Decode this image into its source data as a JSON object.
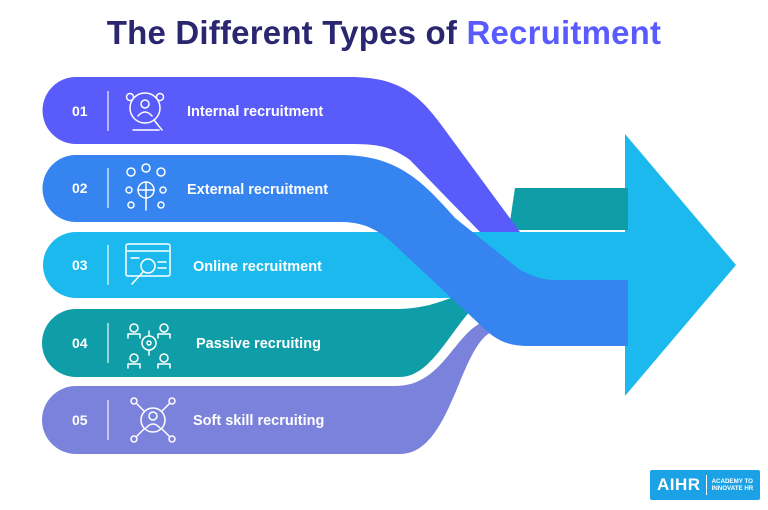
{
  "title": {
    "part1": "The Different Types of",
    "part2": "Recruitment"
  },
  "items": [
    {
      "number": "01",
      "label": "Internal recruitment",
      "icon": "magnifier-people-icon",
      "color": "#5a5bfb"
    },
    {
      "number": "02",
      "label": "External recruitment",
      "icon": "people-network-icon",
      "color": "#3584f0"
    },
    {
      "number": "03",
      "label": "Online recruitment",
      "icon": "browser-search-icon",
      "color": "#1cb9ee"
    },
    {
      "number": "04",
      "label": "Passive recruiting",
      "icon": "target-people-icon",
      "color": "#0f9ea8"
    },
    {
      "number": "05",
      "label": "Soft skill recruiting",
      "icon": "person-network-icon",
      "color": "#7b82dc"
    }
  ],
  "arrow": {
    "color": "#1cb9ee"
  },
  "logo": {
    "brand": "AIHR",
    "tagline_line1": "ACADEMY TO",
    "tagline_line2": "INNOVATE HR"
  }
}
